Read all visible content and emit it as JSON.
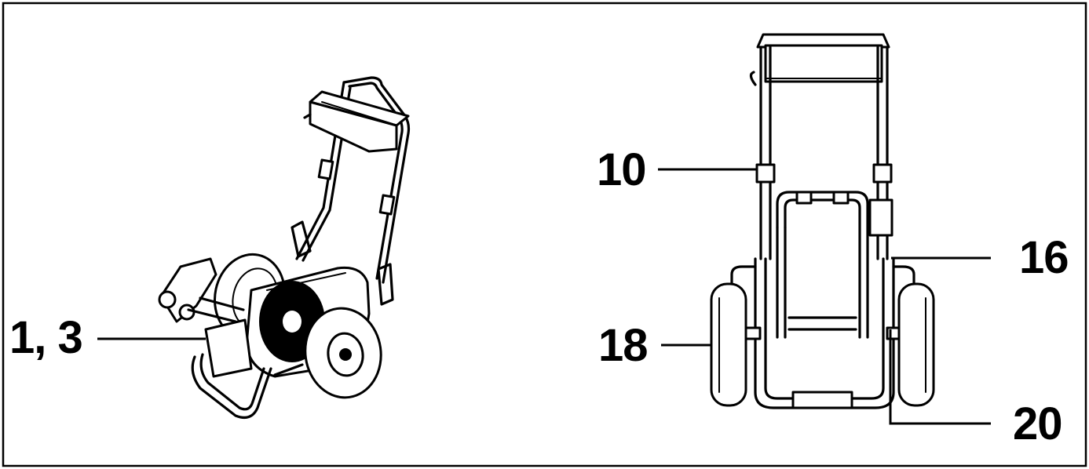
{
  "callouts": {
    "left_1_3": "1, 3",
    "right_10": "10",
    "right_16": "16",
    "right_18": "18",
    "right_20": "20"
  },
  "colors": {
    "line": "#000000",
    "background": "#ffffff"
  }
}
